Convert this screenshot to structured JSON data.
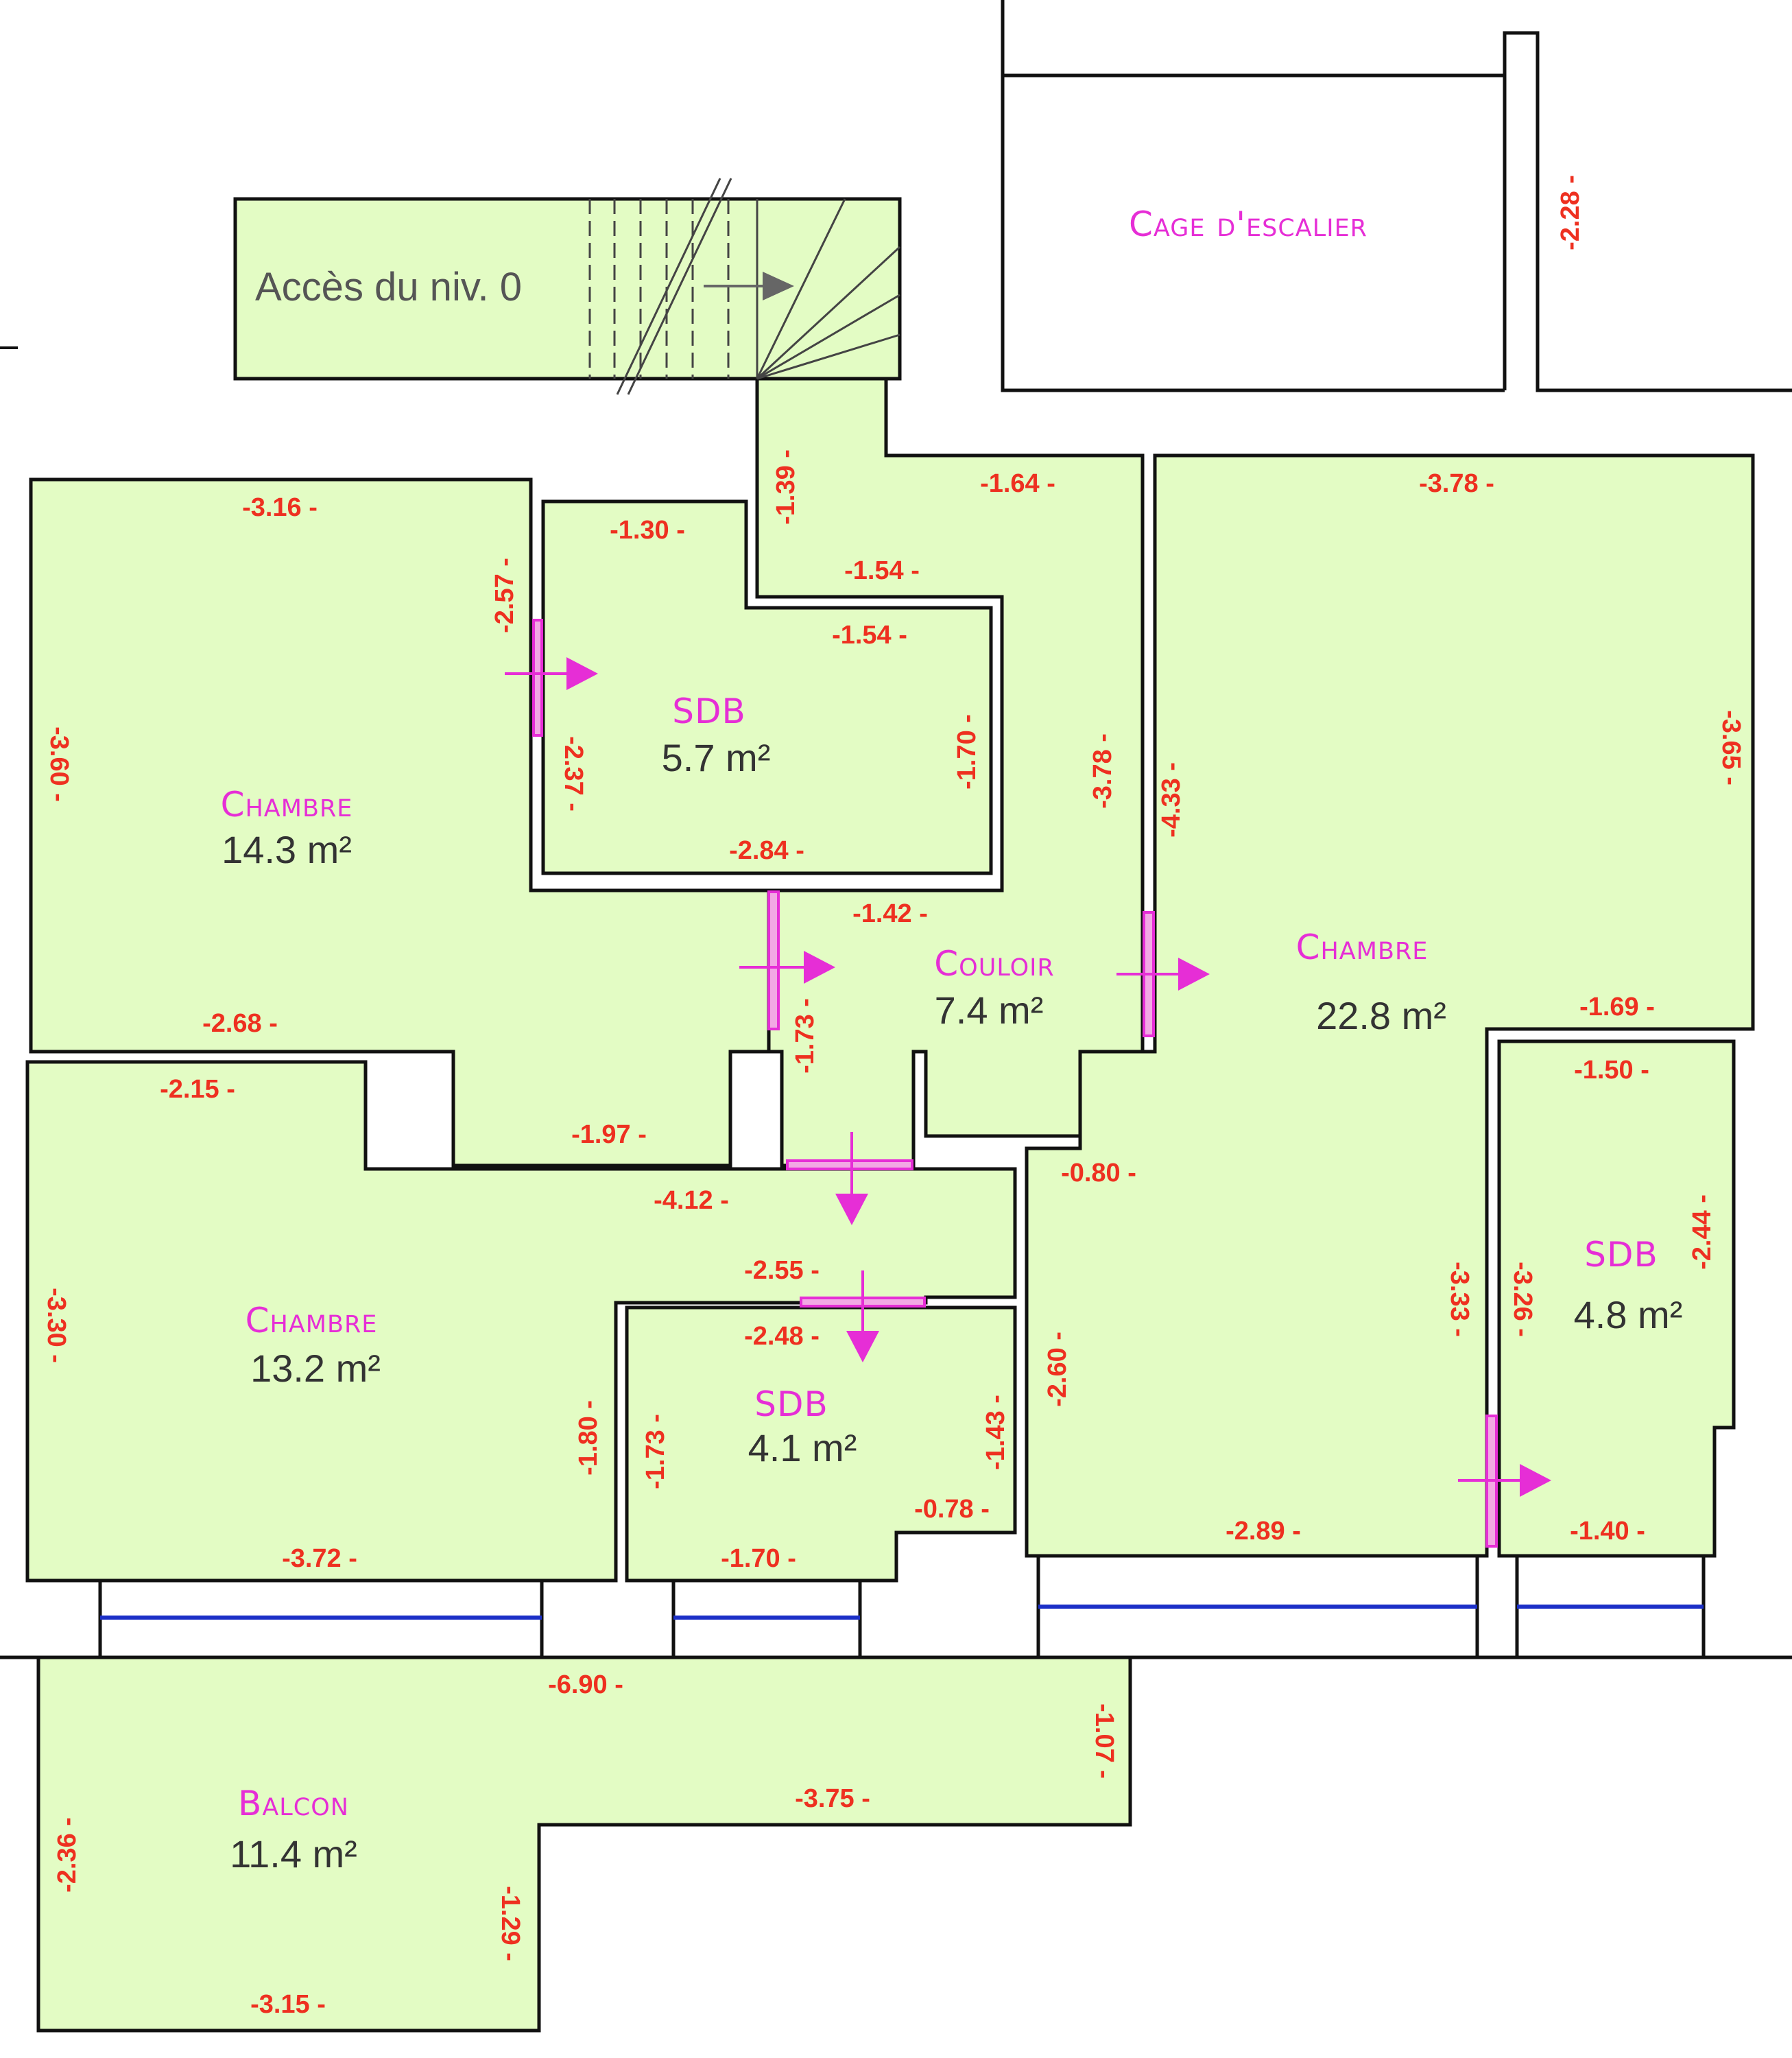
{
  "rooms": {
    "access": {
      "label": "Accès du niv. 0"
    },
    "cage": {
      "name": "Cage d'escalier"
    },
    "chambre_nw": {
      "name": "Chambre",
      "area": "14.3 m²"
    },
    "sdb_north": {
      "name": "SDB",
      "area": "5.7 m²"
    },
    "couloir": {
      "name": "Couloir",
      "area": "7.4 m²"
    },
    "chambre_ne": {
      "name": "Chambre",
      "area": "22.8 m²"
    },
    "chambre_sw": {
      "name": "Chambre",
      "area": "13.2 m²"
    },
    "sdb_center": {
      "name": "SDB",
      "area": "4.1 m²"
    },
    "sdb_east": {
      "name": "SDB",
      "area": "4.8 m²"
    },
    "balcon": {
      "name": "Balcon",
      "area": "11.4 m²"
    }
  },
  "dims": {
    "d228": "-2.28 -",
    "d139": "-1.39 -",
    "d164": "-1.64 -",
    "d378top": "-3.78 -",
    "d316": "-3.16 -",
    "d130": "-1.30 -",
    "d154a": "-1.54 -",
    "d154b": "-1.54 -",
    "d257": "-2.57 -",
    "d237": "-2.37 -",
    "d170a": "-1.70 -",
    "d378side": "-3.78 -",
    "d433": "-4.33 -",
    "d365": "-3.65 -",
    "d360": "-3.60 -",
    "d284": "-2.84 -",
    "d142": "-1.42 -",
    "d173a": "-1.73 -",
    "d268": "-2.68 -",
    "d169": "-1.69 -",
    "d215": "-2.15 -",
    "d197": "-1.97 -",
    "d150": "-1.50 -",
    "d080": "-0.80 -",
    "d412": "-4.12 -",
    "d244": "-2.44 -",
    "d333": "-3.33 -",
    "d326": "-3.26 -",
    "d255": "-2.55 -",
    "d248": "-2.48 -",
    "d330": "-3.30 -",
    "d260": "-2.60 -",
    "d180": "-1.80 -",
    "d173b": "-1.73 -",
    "d143": "-1.43 -",
    "d078": "-0.78 -",
    "d372": "-3.72 -",
    "d170b": "-1.70 -",
    "d289": "-2.89 -",
    "d140": "-1.40 -",
    "d690": "-6.90 -",
    "d107": "-1.07 -",
    "d375": "-3.75 -",
    "d236": "-2.36 -",
    "d129": "-1.29 -",
    "d315": "-3.15 -"
  },
  "colors": {
    "room_fill": "#e3fcc4",
    "room_name": "#e62ed6",
    "dimension": "#ee3020",
    "window": "#1b2fc7"
  }
}
